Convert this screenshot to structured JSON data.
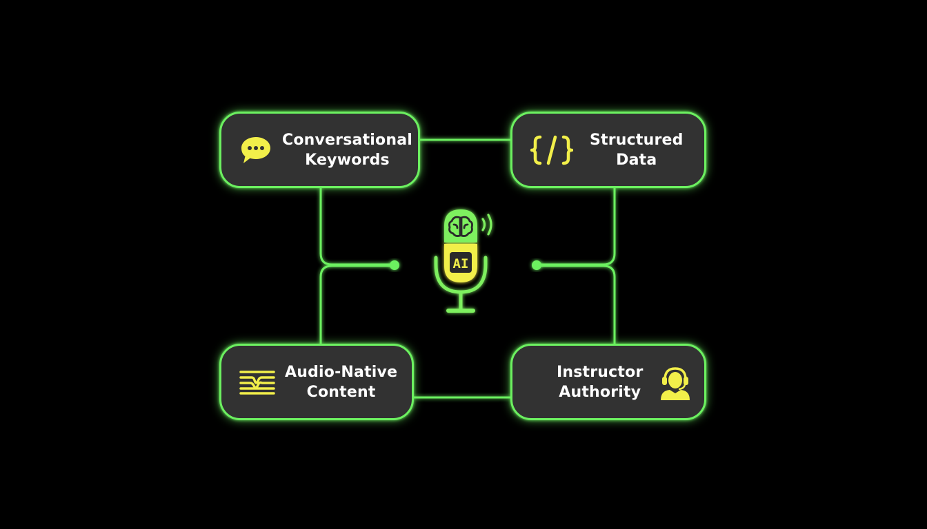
{
  "nodes": {
    "top_left": {
      "line1": "Conversational",
      "line2": "Keywords",
      "icon": "speech-bubble-icon"
    },
    "top_right": {
      "line1": "Structured",
      "line2": "Data",
      "icon": "code-brackets-icon"
    },
    "bottom_left": {
      "line1": "Audio-Native",
      "line2": "Content",
      "icon": "audio-wave-icon"
    },
    "bottom_right": {
      "line1": "Instructor",
      "line2": "Authority",
      "icon": "headset-person-icon"
    }
  },
  "center": {
    "icon": "ai-microphone-icon",
    "badge": "AI"
  },
  "colors": {
    "accent": "#6cf060",
    "icon": "#f2ef4a",
    "node_fill": "#323232",
    "background": "#000000"
  }
}
